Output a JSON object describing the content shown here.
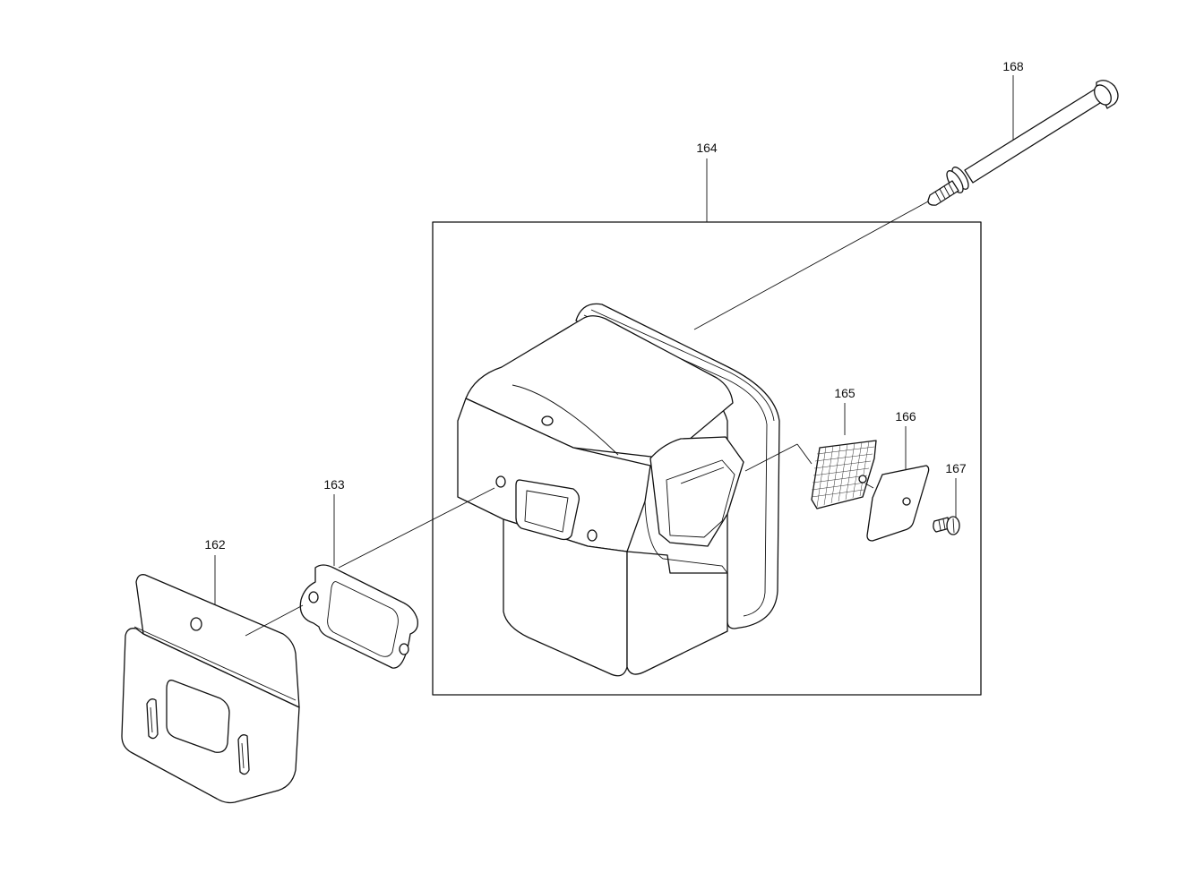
{
  "diagram": {
    "callouts": [
      {
        "id": "162",
        "label": "162"
      },
      {
        "id": "163",
        "label": "163"
      },
      {
        "id": "164",
        "label": "164"
      },
      {
        "id": "165",
        "label": "165"
      },
      {
        "id": "166",
        "label": "166"
      },
      {
        "id": "167",
        "label": "167"
      },
      {
        "id": "168",
        "label": "168"
      }
    ]
  },
  "colors": {
    "line": "#111111",
    "background": "#ffffff"
  }
}
